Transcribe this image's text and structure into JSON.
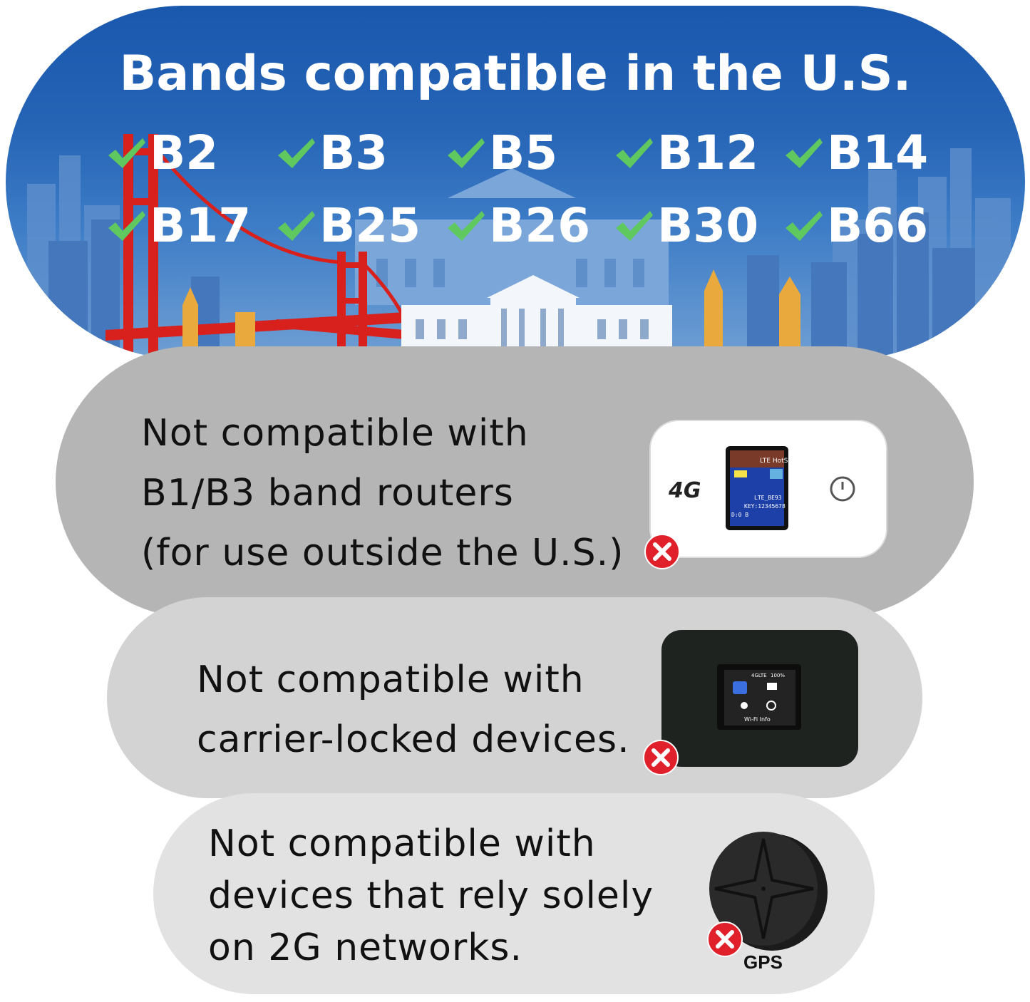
{
  "header": {
    "title": "Bands compatible in the U.S.",
    "bands": [
      "B2",
      "B3",
      "B5",
      "B12",
      "B14",
      "B17",
      "B25",
      "B26",
      "B30",
      "B66"
    ],
    "background_color": "#1a58ae",
    "check_color": "#5fc85f"
  },
  "incompatible": [
    {
      "lines": [
        "Not compatible with",
        "B1/B3 band routers",
        "(for use outside the U.S.)"
      ],
      "device_icon": "white-mobile-hotspot-icon",
      "device_screen": {
        "brand": "LTE HotSpot",
        "line1": "LTE_BE93",
        "line2": "KEY:12345678",
        "line3": "D:0 B",
        "logo": "4G"
      }
    },
    {
      "lines": [
        "Not compatible with",
        "carrier-locked devices."
      ],
      "device_icon": "black-mobile-hotspot-icon",
      "device_screen": {
        "status": "4GLTE",
        "battery": "100%",
        "caption": "Wi-Fi Info"
      }
    },
    {
      "lines": [
        "Not compatible with",
        "devices that rely solely",
        "on 2G networks."
      ],
      "device_icon": "gps-tracker-icon",
      "device_label": "GPS"
    }
  ],
  "colors": {
    "x_mark": "#e0212b",
    "pill_1": "#b5b5b5",
    "pill_2": "#d3d3d3",
    "pill_3": "#e2e2e2"
  }
}
